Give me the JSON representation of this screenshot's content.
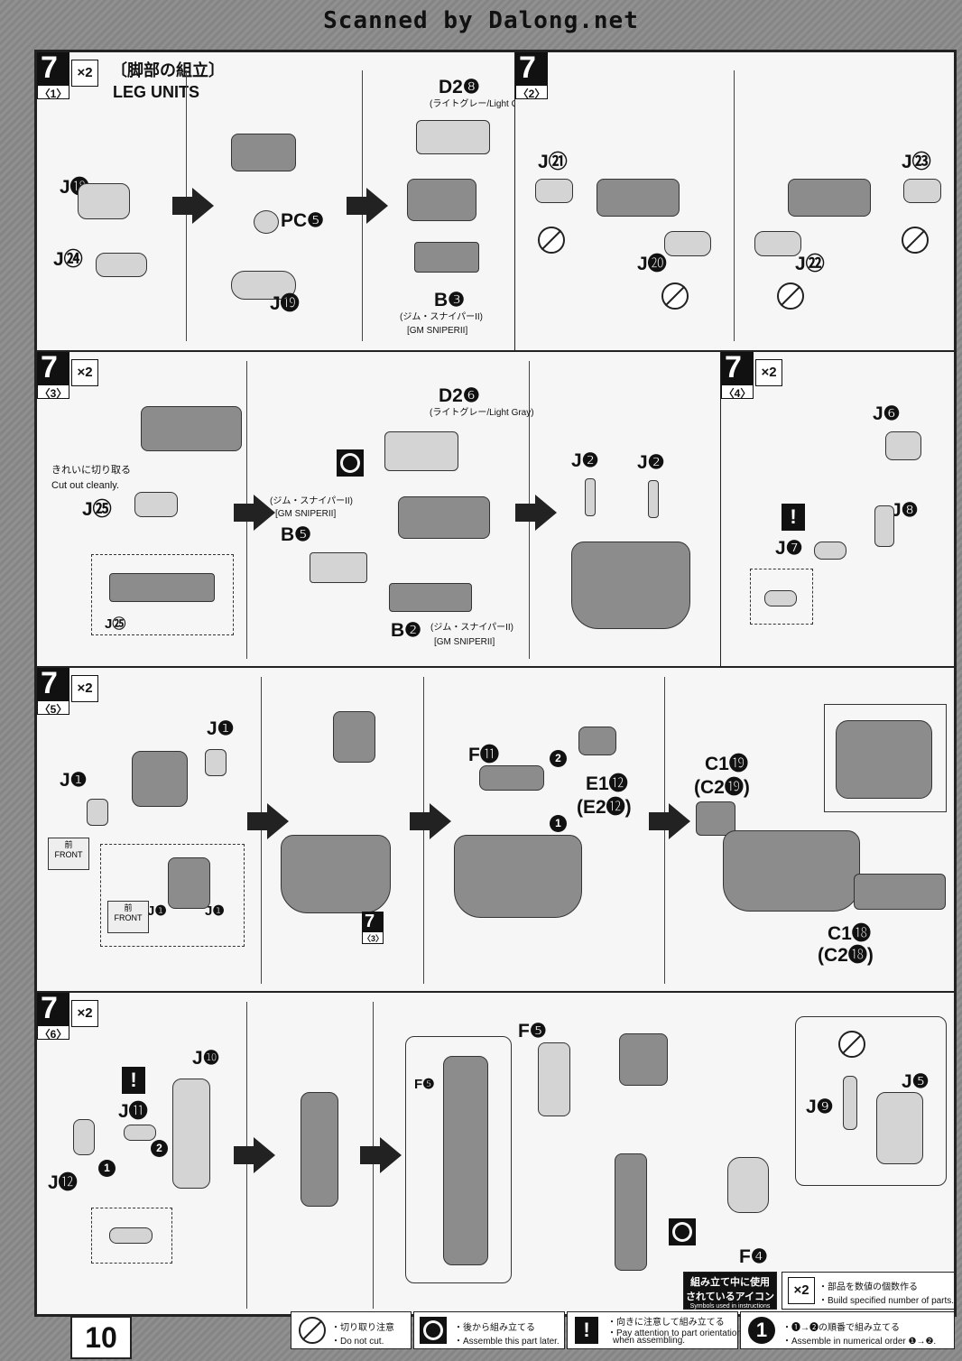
{
  "header": {
    "scan_credit": "Scanned by Dalong.net"
  },
  "step1": {
    "step": "7",
    "sub": "〈1〉",
    "qty": "×2",
    "title_jp": "〔脚部の組立〕",
    "title_en": "LEG UNITS",
    "labels": {
      "j18": "J⓲",
      "j24": "J㉔",
      "pc5": "PC❺",
      "j19": "J⓳",
      "d2_8": "D2❽",
      "d2_8_note": "(ライトグレー/Light Gray)",
      "b3": "B❸",
      "b3_note1": "(ジム・スナイパーII)",
      "b3_note2": "[GM SNIPERII]"
    }
  },
  "step2": {
    "step": "7",
    "sub": "〈2〉",
    "labels": {
      "j21": "J㉑",
      "j20": "J⓴",
      "j23": "J㉓",
      "j22": "J㉒"
    }
  },
  "step3": {
    "step": "7",
    "sub": "〈3〉",
    "qty": "×2",
    "labels": {
      "cut_jp": "きれいに切り取る",
      "cut_en": "Cut out cleanly.",
      "j25": "J㉕",
      "j25b": "J㉕",
      "b5_note1": "(ジム・スナイパーII)",
      "b5_note2": "[GM SNIPERII]",
      "b5": "B❺",
      "d2_6": "D2❻",
      "d2_6_note": "(ライトグレー/Light Gray)",
      "b2": "B❷",
      "b2_note1": "(ジム・スナイパーII)",
      "b2_note2": "[GM SNIPERII]",
      "j2a": "J❷",
      "j2b": "J❷"
    }
  },
  "step4": {
    "step": "7",
    "sub": "〈4〉",
    "qty": "×2",
    "labels": {
      "j6": "J❻",
      "j8": "J❽",
      "j7": "J❼"
    }
  },
  "step5": {
    "step": "7",
    "sub": "〈5〉",
    "qty": "×2",
    "labels": {
      "j1a": "J❶",
      "j1b": "J❶",
      "j1c": "J❶",
      "j1d": "J❶",
      "front_jp": "前",
      "front_en": "FRONT",
      "ref_step": "7",
      "ref_sub": "〈3〉",
      "f11": "F⓫",
      "e1_12": "E1⓬",
      "e2_12": "(E2⓬)",
      "c1_19": "C1⓳",
      "c2_19": "(C2⓳)",
      "c1_18": "C1⓲",
      "c2_18": "(C2⓲)",
      "n1": "1",
      "n2": "2"
    }
  },
  "step6": {
    "step": "7",
    "sub": "〈6〉",
    "qty": "×2",
    "labels": {
      "j10": "J❿",
      "j11": "J⓫",
      "j12": "J⓬",
      "n1": "1",
      "n2": "2",
      "f5a": "F❺",
      "f5b": "F❺",
      "f4": "F❹",
      "j9": "J❾",
      "j5": "J❺"
    }
  },
  "legend": {
    "title_jp1": "組み立て中に使用",
    "title_jp2": "されているアイコン",
    "title_en": "Symbols used in instructions",
    "x2_label": "×2",
    "x2_jp": "・部品を数値の個数作る",
    "x2_en": "・Build specified number of parts.",
    "nocut_jp": "・切り取り注意",
    "nocut_en": "・Do not cut.",
    "later_jp": "・後から組み立てる",
    "later_en": "・Assemble this part later.",
    "warn_jp": "・向きに注意して組み立てる",
    "warn_en1": "・Pay attention to part orientation",
    "warn_en2": "when assembling.",
    "order_num": "1",
    "order_jp": "・❶→❷の順番で組み立てる",
    "order_en": "・Assemble in numerical order ❶→❷."
  },
  "page_number": "10"
}
